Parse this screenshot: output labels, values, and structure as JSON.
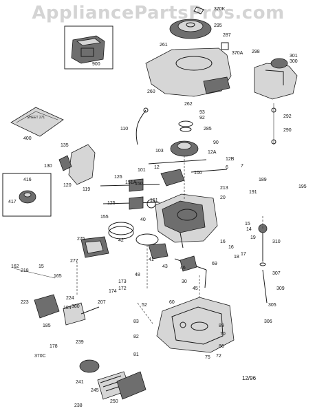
{
  "watermark": "AppliancePartsPros.com",
  "insert_label": "SHEET 271",
  "date_code": "12/96",
  "callouts": [
    "370K",
    "295",
    "287",
    "261",
    "370A",
    "298",
    "301",
    "300",
    "900",
    "260",
    "262",
    "93",
    "92",
    "285",
    "292",
    "290",
    "110",
    "400",
    "135",
    "90",
    "103",
    "12A",
    "12B",
    "6",
    "7",
    "130",
    "416",
    "417",
    "120",
    "119",
    "101",
    "12",
    "100",
    "126",
    "151A",
    "150",
    "125",
    "213",
    "20",
    "189",
    "195",
    "191",
    "151",
    "40",
    "15",
    "14",
    "155",
    "42",
    "275",
    "19",
    "310",
    "16",
    "16",
    "18",
    "17",
    "277",
    "41",
    "43",
    "46",
    "69",
    "162",
    "218",
    "15",
    "165",
    "48",
    "307",
    "30",
    "309",
    "173",
    "174",
    "172",
    "224",
    "45",
    "52",
    "60",
    "305",
    "223",
    "184",
    "380",
    "207",
    "306",
    "185",
    "83",
    "82",
    "89",
    "70",
    "178",
    "239",
    "370C",
    "86",
    "81",
    "72",
    "75",
    "241",
    "245",
    "250",
    "238"
  ]
}
